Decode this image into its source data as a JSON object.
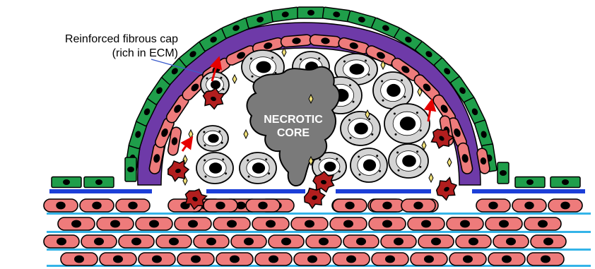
{
  "labels": {
    "cap_line1": "Reinforced fibrous cap",
    "cap_line2": "(rich in ECM)",
    "core_line1": "NECROTIC",
    "core_line2": "CORE"
  },
  "colors": {
    "endothelium": "#1f9e4a",
    "fibrous_cap": "#6e3aa8",
    "smooth_muscle": "#ee7b7b",
    "nucleus": "#000000",
    "foam_cell": "#d4d4d4",
    "necrotic_core": "#7a7a7a",
    "macrophage": "#b21e1e",
    "migration_arrow": "#e60000",
    "basement_membrane": "#1c3fd8",
    "elastic_lamina": "#34b4e8",
    "crystal": "#f2e27a"
  },
  "icons": {
    "cell_types": [
      "endothelial-cell-icon",
      "smooth-muscle-cell-icon",
      "foam-cell-icon",
      "macrophage-icon",
      "cholesterol-crystal-icon",
      "migration-arrow-icon"
    ]
  }
}
